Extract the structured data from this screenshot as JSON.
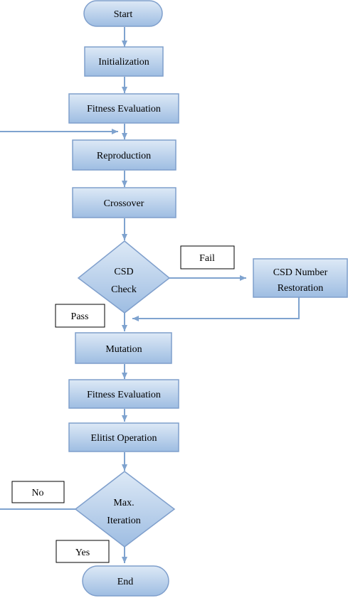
{
  "nodes": {
    "start": "Start",
    "initialization": "Initialization",
    "fitness_1": "Fitness Evaluation",
    "reproduction": "Reproduction",
    "crossover": "Crossover",
    "csd_check": [
      "CSD",
      "Check"
    ],
    "csd_restore": [
      "CSD Number",
      "Restoration"
    ],
    "mutation": "Mutation",
    "fitness_2": "Fitness Evaluation",
    "elitist": "Elitist Operation",
    "max_iter": [
      "Max.",
      "Iteration"
    ],
    "end": "End"
  },
  "labels": {
    "fail": "Fail",
    "pass": "Pass",
    "no": "No",
    "yes": "Yes"
  },
  "colors": {
    "box_fill_top": "#dce8f5",
    "box_fill_bottom": "#9fbde0",
    "box_stroke": "#7f9fcc",
    "arrow": "#7fa3cf"
  }
}
